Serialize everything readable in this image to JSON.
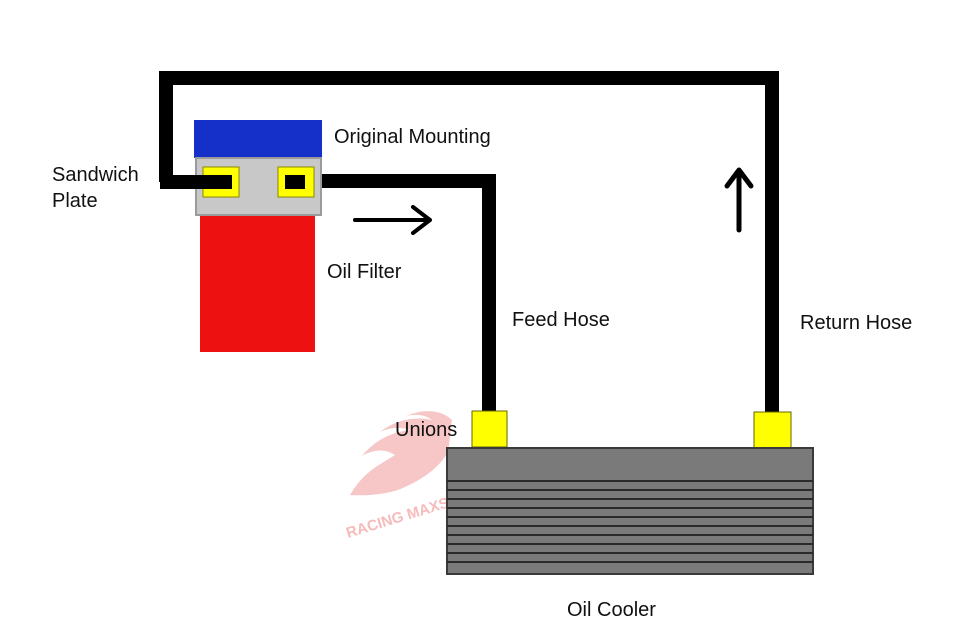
{
  "labels": {
    "original_mounting": "Original Mounting",
    "sandwich_plate_line1": "Sandwich",
    "sandwich_plate_line2": "Plate",
    "oil_filter": "Oil Filter",
    "feed_hose": "Feed Hose",
    "return_hose": "Return Hose",
    "unions": "Unions",
    "oil_cooler": "Oil Cooler"
  },
  "watermark": {
    "text": "RACING MAXSPEED"
  },
  "colors": {
    "hose": "#000000",
    "original_mounting": "#1530c8",
    "oil_filter": "#ee1111",
    "sandwich_plate": "#c8c8c8",
    "union": "#ffff00",
    "cooler_body": "#7a7a7a",
    "cooler_fin": "#2a2a2a"
  },
  "flow_arrows": {
    "feed": "right-arrow-icon",
    "return": "up-arrow-icon"
  }
}
